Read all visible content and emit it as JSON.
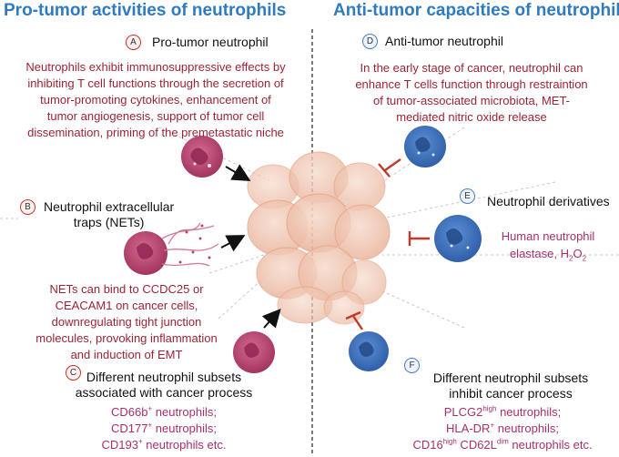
{
  "headers": {
    "left": "Pro-tumor activities of neutrophils",
    "right": "Anti-tumor capacities of neutrophils"
  },
  "panel_a": {
    "badge": "A",
    "title": "Pro-tumor neutrophil",
    "lines": [
      "Neutrophils exhibit immunosuppressive effects by",
      "inhibiting T cell functions through the secretion of",
      "tumor-promoting cytokines, enhancement of",
      "tumor angiogenesis, support of tumor cell",
      "dissemination, priming of the premetastatic niche"
    ]
  },
  "panel_b": {
    "badge": "B",
    "title_lines": [
      "Neutrophil extracellular",
      "traps (NETs)"
    ],
    "lines": [
      "NETs can bind to CCDC25 or",
      "CEACAM1 on cancer cells,",
      "downregulating tight junction",
      "molecules,  provoking inflammation",
      "and induction of EMT"
    ]
  },
  "panel_c": {
    "badge": "C",
    "title_lines": [
      "Different neutrophil subsets",
      "associated with cancer process"
    ],
    "markers": [
      {
        "name": "CD66b",
        "sup": "+",
        "rest": " neutrophils;"
      },
      {
        "name": "CD177",
        "sup": "+",
        "rest": " neutrophils;"
      },
      {
        "name": "CD193",
        "sup": "+",
        "rest": " neutrophils etc."
      }
    ]
  },
  "panel_d": {
    "badge": "D",
    "title": "Anti-tumor neutrophil",
    "lines": [
      "In the early stage of cancer, neutrophil can",
      "enhance T cells function through  restraintion",
      "of tumor-associated microbiota, MET-",
      "mediated nitric oxide release"
    ]
  },
  "panel_e": {
    "badge": "E",
    "title": "Neutrophil derivatives",
    "line1": "Human neutrophil",
    "line2_prefix": "elastase, H",
    "sub1": "2",
    "mid": "O",
    "sub2": "2"
  },
  "panel_f": {
    "badge": "F",
    "title_lines": [
      "Different neutrophil subsets",
      "inhibit cancer process"
    ],
    "m1": {
      "name": "PLCG2",
      "sup": "high",
      "rest": " neutrophils;"
    },
    "m2": {
      "name": "HLA-DR",
      "sup": "+",
      "rest": " neutrophils;"
    },
    "m3": {
      "name": "CD16",
      "sup": "high",
      "mid": " CD62L",
      "sup2": "dim",
      "rest": " neutrophils etc."
    }
  },
  "colors": {
    "header_blue": "#2f7bbf",
    "text_red": "#9b2335",
    "marker_pink": "#a8306a",
    "pro_neutrophil": "#b3416b",
    "anti_neutrophil": "#3a6bb5",
    "tumor": "#f1c7b0"
  }
}
